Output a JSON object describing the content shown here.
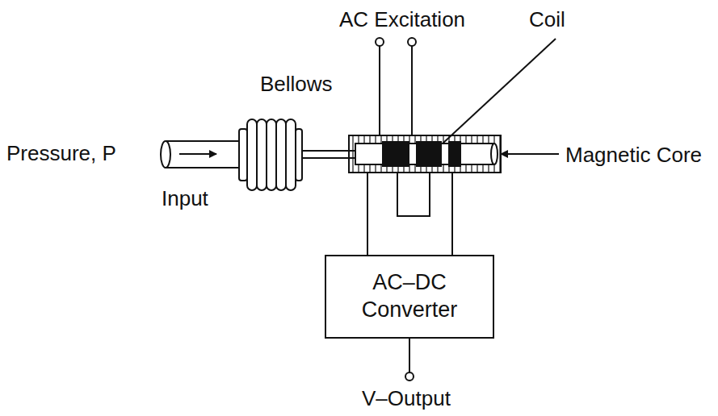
{
  "diagram": {
    "nodes": [
      {
        "text": [
          "AC–DC Converter"
        ]
      }
    ],
    "labels": [
      "AC Excitation",
      "Coil",
      "Bellows",
      "Pressure, P",
      "Input",
      "Magnetic Core",
      "V–Output"
    ]
  }
}
